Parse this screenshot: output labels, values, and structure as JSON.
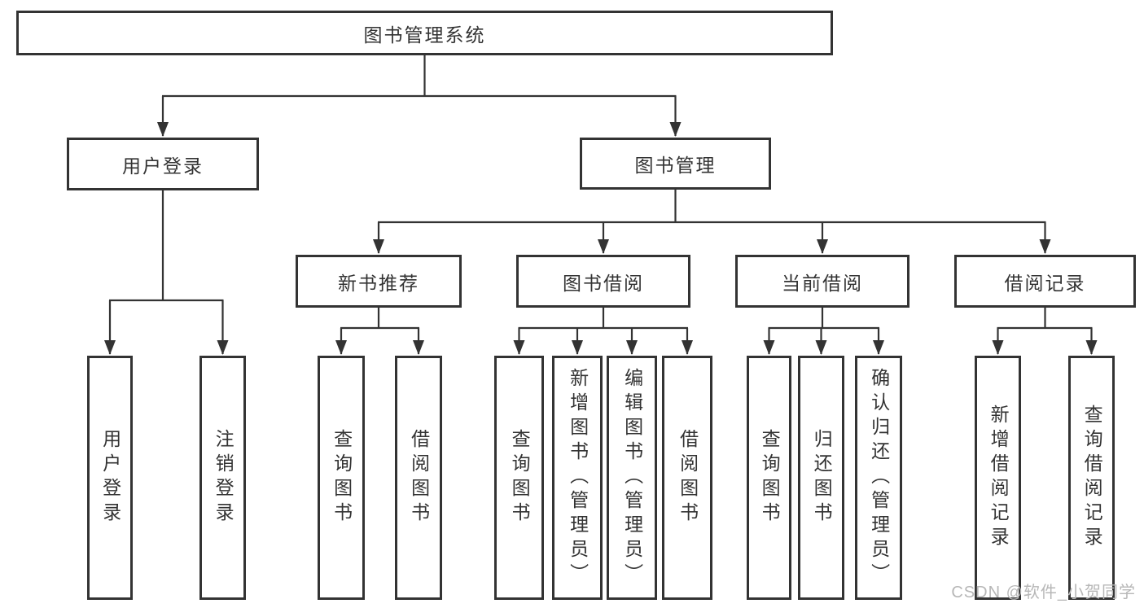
{
  "title": "图书管理系统",
  "nodes": {
    "root": "图书管理系统",
    "user_login": "用户登录",
    "book_management": "图书管理",
    "new_book_recommend": "新书推荐",
    "book_borrow": "图书借阅",
    "current_borrow": "当前借阅",
    "borrow_record": "借阅记录",
    "leaf_user_login": "用户登录",
    "leaf_logout": "注销登录",
    "leaf_query_book_a": "查询图书",
    "leaf_borrow_book_a": "借阅图书",
    "leaf_query_book_b": "查询图书",
    "leaf_add_book_admin": "新增图书（管理员）",
    "leaf_edit_book_admin": "编辑图书（管理员）",
    "leaf_borrow_book_b": "借阅图书",
    "leaf_query_book_c": "查询图书",
    "leaf_return_book": "归还图书",
    "leaf_confirm_return_admin": "确认归还（管理员）",
    "leaf_add_borrow_record": "新增借阅记录",
    "leaf_query_borrow_record": "查询借阅记录"
  },
  "hierarchy": {
    "图书管理系统": {
      "用户登录": [
        "用户登录",
        "注销登录"
      ],
      "图书管理": {
        "新书推荐": [
          "查询图书",
          "借阅图书"
        ],
        "图书借阅": [
          "查询图书",
          "新增图书（管理员）",
          "编辑图书（管理员）",
          "借阅图书"
        ],
        "当前借阅": [
          "查询图书",
          "归还图书",
          "确认归还（管理员）"
        ],
        "借阅记录": [
          "新增借阅记录",
          "查询借阅记录"
        ]
      }
    }
  },
  "watermark": "CSDN @软件_小贺同学",
  "colors": {
    "line": "#333333",
    "box_border": "#333333",
    "text": "#333333",
    "background": "#ffffff",
    "watermark": "#b7b7b7"
  }
}
